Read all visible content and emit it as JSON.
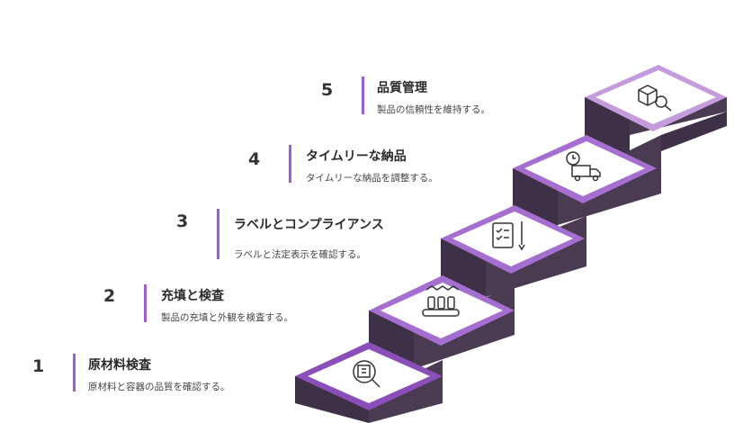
{
  "steps": [
    {
      "number": "1",
      "title": "原材料検査",
      "description": "原材料と容器の品質を確認する。",
      "icon": "document-magnifier-icon"
    },
    {
      "number": "2",
      "title": "充填と検査",
      "description": "製品の充填と外観を検査する。",
      "icon": "bottling-conveyor-icon"
    },
    {
      "number": "3",
      "title": "ラベルとコンプライアンス",
      "description": "ラベルと法定表示を確認する。",
      "icon": "checklist-pen-icon"
    },
    {
      "number": "4",
      "title": "タイムリーな納品",
      "description": "タイムリーな納品を調整する。",
      "icon": "delivery-truck-clock-icon"
    },
    {
      "number": "5",
      "title": "品質管理",
      "description": "製品の信頼性を維持する。",
      "icon": "box-magnifier-icon"
    }
  ],
  "colors": {
    "accent": "#9b5fc8",
    "riser": "#4a3a52",
    "riser_dark": "#3a2c42",
    "tread_fill": "#ffffff"
  }
}
